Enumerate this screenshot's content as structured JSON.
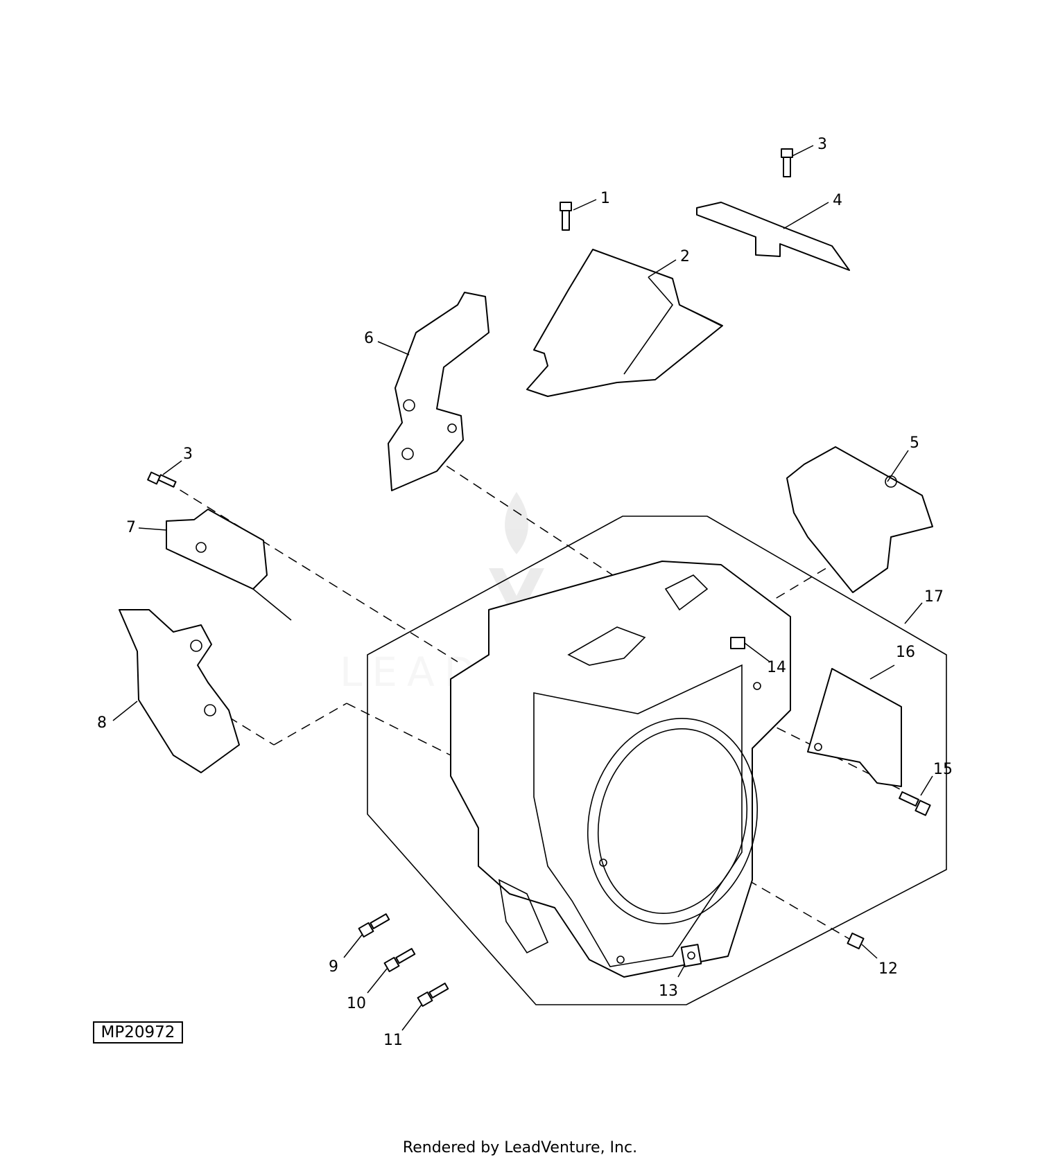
{
  "diagram": {
    "reference_code": "MP20972",
    "watermark": "LEADVENTURE",
    "callouts": [
      {
        "id": "c1",
        "label": "1"
      },
      {
        "id": "c2",
        "label": "2"
      },
      {
        "id": "c3a",
        "label": "3"
      },
      {
        "id": "c3b",
        "label": "3"
      },
      {
        "id": "c4",
        "label": "4"
      },
      {
        "id": "c5",
        "label": "5"
      },
      {
        "id": "c6",
        "label": "6"
      },
      {
        "id": "c7",
        "label": "7"
      },
      {
        "id": "c8",
        "label": "8"
      },
      {
        "id": "c9",
        "label": "9"
      },
      {
        "id": "c10",
        "label": "10"
      },
      {
        "id": "c11",
        "label": "11"
      },
      {
        "id": "c12",
        "label": "12"
      },
      {
        "id": "c13",
        "label": "13"
      },
      {
        "id": "c14",
        "label": "14"
      },
      {
        "id": "c15",
        "label": "15"
      },
      {
        "id": "c16",
        "label": "16"
      },
      {
        "id": "c17",
        "label": "17"
      }
    ]
  },
  "footer": {
    "text": "Rendered by LeadVenture, Inc."
  }
}
